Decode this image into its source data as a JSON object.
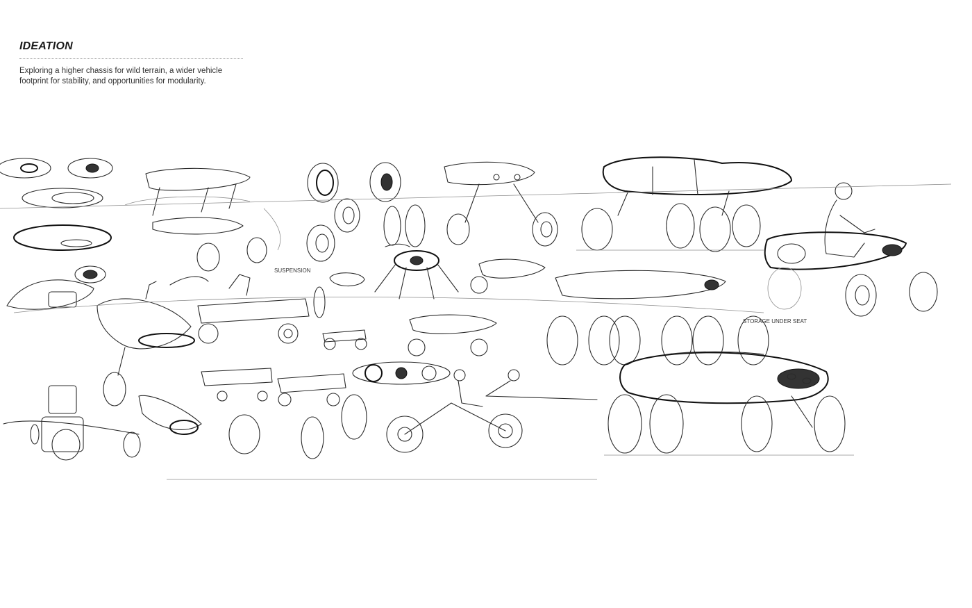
{
  "page": {
    "title": "IDEATION",
    "description_line1": "Exploring a higher chassis for wild terrain, a wider vehicle",
    "description_line2": "footprint for stability, and opportunities for modularity."
  },
  "sketch": {
    "annotations": {
      "under_seat": "STORAGE UNDER SEAT"
    },
    "colors": {
      "ink": "#2b2b2b",
      "paper": "#ffffff"
    }
  }
}
